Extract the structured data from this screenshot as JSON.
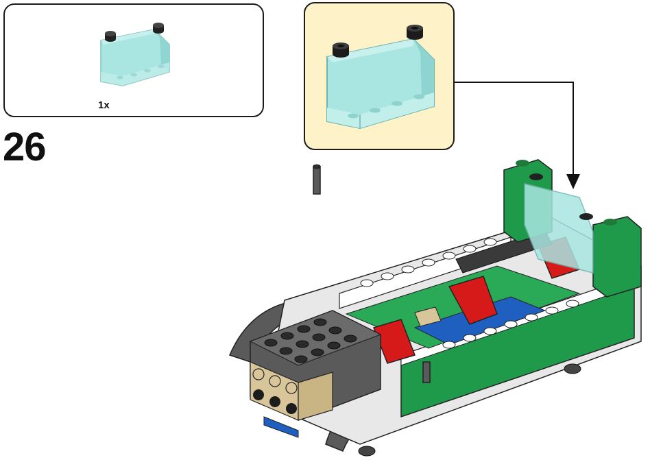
{
  "instructions": {
    "parts_list": {
      "items": [
        {
          "part": "windscreen-transparent-light-blue",
          "quantity": "1x"
        }
      ]
    },
    "step_number": "26",
    "colors": {
      "windscreen": "#a9e6e2",
      "callout_background": "#fdf2c8",
      "body_green": "#1f9a4a",
      "chassis_gray": "#5a5a5a",
      "seat_red": "#d61a1a",
      "tan": "#d8c59a",
      "blue": "#1e5fbf"
    },
    "icons": [
      "windscreen-part-icon",
      "arrow-down-icon"
    ]
  }
}
